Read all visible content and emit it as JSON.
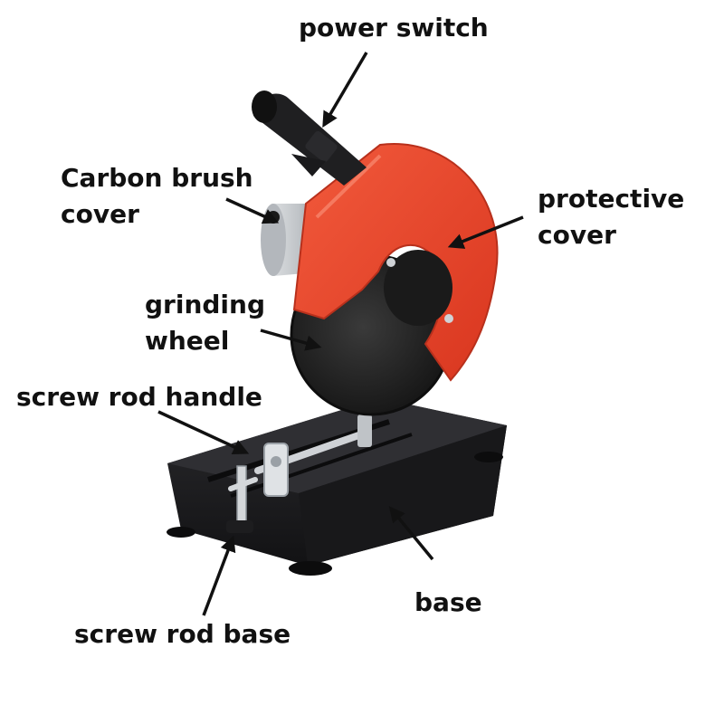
{
  "labels": {
    "power_switch": "power switch",
    "carbon_brush_cover_line1": "Carbon brush",
    "carbon_brush_cover_line2": "cover",
    "protective_cover_line1": "protective",
    "protective_cover_line2": "cover",
    "grinding_wheel_line1": "grinding",
    "grinding_wheel_line2": "wheel",
    "screw_rod_handle": "screw rod handle",
    "screw_rod_base": "screw rod base",
    "base": "base"
  },
  "colors": {
    "guard_red": "#e8412a",
    "base_black": "#1c1c1e",
    "wheel_dark": "#262626",
    "motor_silver": "#c9ccd0",
    "label_text": "#111111"
  }
}
